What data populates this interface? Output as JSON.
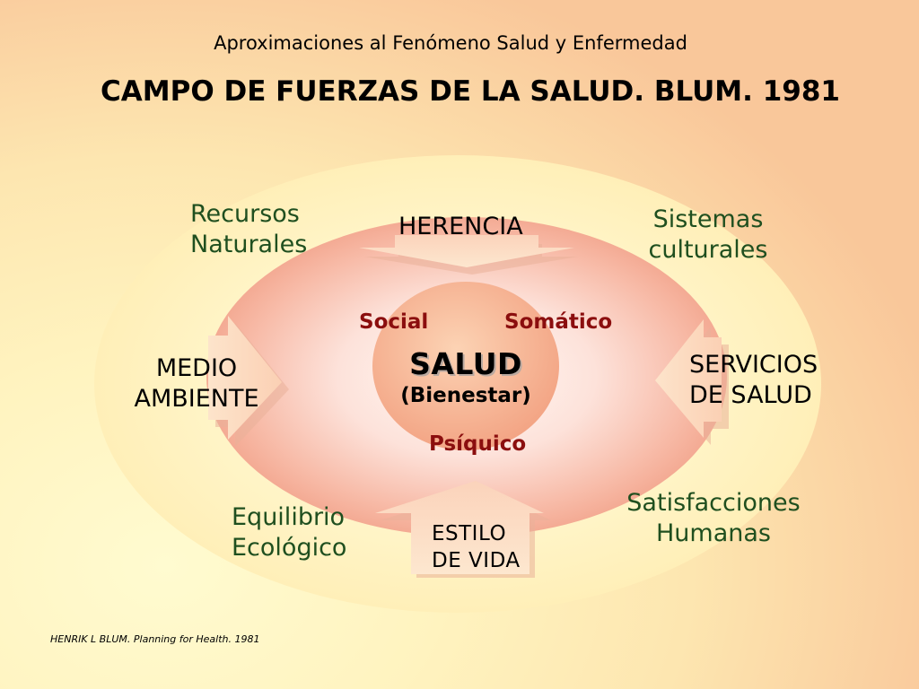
{
  "subtitle": "Aproximaciones al Fenómeno Salud y Enfermedad",
  "title": "CAMPO DE FUERZAS DE LA SALUD.  BLUM. 1981",
  "center": {
    "main": "SALUD",
    "sub": "(Bienestar)"
  },
  "dimensions": {
    "social": "Social",
    "somatic": "Somático",
    "psychic": "Psíquico"
  },
  "forces": {
    "heredity": "HERENCIA",
    "environment_line1": "MEDIO",
    "environment_line2": "AMBIENTE",
    "services_line1": "SERVICIOS",
    "services_line2": "DE SALUD",
    "lifestyle_line1": "ESTILO",
    "lifestyle_line2": "DE VIDA"
  },
  "outer": {
    "natural_line1": "Recursos",
    "natural_line2": "Naturales",
    "cultural_line1": "Sistemas",
    "cultural_line2": "culturales",
    "ecological_line1": "Equilibrio",
    "ecological_line2": "Ecológico",
    "satisfaction_line1": "Satisfacciones",
    "satisfaction_line2": "Humanas"
  },
  "citation": "HENRIK L BLUM.  Planning for Health. 1981",
  "colors": {
    "outer_ellipse": "#fff6c4",
    "inner_ellipse": "#f5a08a",
    "center_circle": "#f7b397",
    "arrow_fill": "#fde0c8",
    "green_text": "#1f4f1f",
    "red_text": "#8b0e0e"
  }
}
